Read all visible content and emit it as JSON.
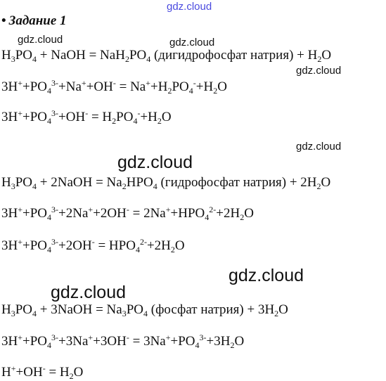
{
  "watermarks": {
    "top": "gdz.cloud",
    "w1": "gdz.cloud",
    "w2": "gdz.cloud",
    "w3": "gdz.cloud",
    "w4": "gdz.cloud",
    "w5": "gdz.cloud",
    "w6": "gdz.cloud",
    "w7": "gdz.cloud"
  },
  "task": {
    "bullet": "•",
    "title": "Задание 1"
  },
  "equations": {
    "eq1": {
      "mol": {
        "t1": "H",
        "s1": "3",
        "t2": "PO",
        "s2": "4",
        "t3": " + NaOH = NaH",
        "s3": "2",
        "t4": "PO",
        "s4": "4",
        "t5": " (дигидрофосфат натрия) + H",
        "s5": "2",
        "t6": "O"
      },
      "ion_full": {
        "t1": "3H",
        "p1": "+",
        "t2": "+PO",
        "s2": "4",
        "p2": "3-",
        "t3": "+Na",
        "p3": "+",
        "t4": "+OH",
        "p4": "-",
        "t5": " = Na",
        "p5": "+",
        "t6": "+H",
        "s6": "2",
        "t7": "PO",
        "s7": "4",
        "p7": "-",
        "t8": "+H",
        "s8": "2",
        "t9": "O"
      },
      "ion_short": {
        "t1": "3H",
        "p1": "+",
        "t2": "+PO",
        "s2": "4",
        "p2": "3-",
        "t3": "+OH",
        "p3": "-",
        "t4": " = H",
        "s4": "2",
        "t5": "PO",
        "s5": "4",
        "p5": "-",
        "t6": "+H",
        "s6": "2",
        "t7": "O"
      }
    },
    "eq2": {
      "mol": {
        "t1": "H",
        "s1": "3",
        "t2": "PO",
        "s2": "4",
        "t3": " + 2NaOH = Na",
        "s3": "2",
        "t4": "HPO",
        "s4": "4",
        "t5": " (гидрофосфат натрия) + 2H",
        "s5": "2",
        "t6": "O"
      },
      "ion_full": {
        "t1": "3H",
        "p1": "+",
        "t2": "+PO",
        "s2": "4",
        "p2": "3-",
        "t3": "+2Na",
        "p3": "+",
        "t4": "+2OH",
        "p4": "-",
        "t5": " = 2Na",
        "p5": "+",
        "t6": "+HPO",
        "s6": "4",
        "p6": "2-",
        "t7": "+2H",
        "s7": "2",
        "t8": "O"
      },
      "ion_short": {
        "t1": "3H",
        "p1": "+",
        "t2": "+PO",
        "s2": "4",
        "p2": "3-",
        "t3": "+2OH",
        "p3": "-",
        "t4": " = HPO",
        "s4": "4",
        "p4": "2-",
        "t5": "+2H",
        "s5": "2",
        "t6": "O"
      }
    },
    "eq3": {
      "mol": {
        "t1": "H",
        "s1": "3",
        "t2": "PO",
        "s2": "4",
        "t3": " + 3NaOH = Na",
        "s3": "3",
        "t4": "PO",
        "s4": "4",
        "t5": " (фосфат натрия) + 3H",
        "s5": "2",
        "t6": "O"
      },
      "ion_full": {
        "t1": "3H",
        "p1": "+",
        "t2": "+PO",
        "s2": "4",
        "p2": "3-",
        "t3": "+3Na",
        "p3": "+",
        "t4": "+3OH",
        "p4": "-",
        "t5": " = 3Na",
        "p5": "+",
        "t6": "+PO",
        "s6": "4",
        "p6": "3-",
        "t7": "+3H",
        "s7": "2",
        "t8": "O"
      },
      "ion_short": {
        "t1": "H",
        "p1": "+",
        "t2": "+OH",
        "p2": "-",
        "t3": " = H",
        "s3": "2",
        "t4": "O"
      }
    }
  }
}
